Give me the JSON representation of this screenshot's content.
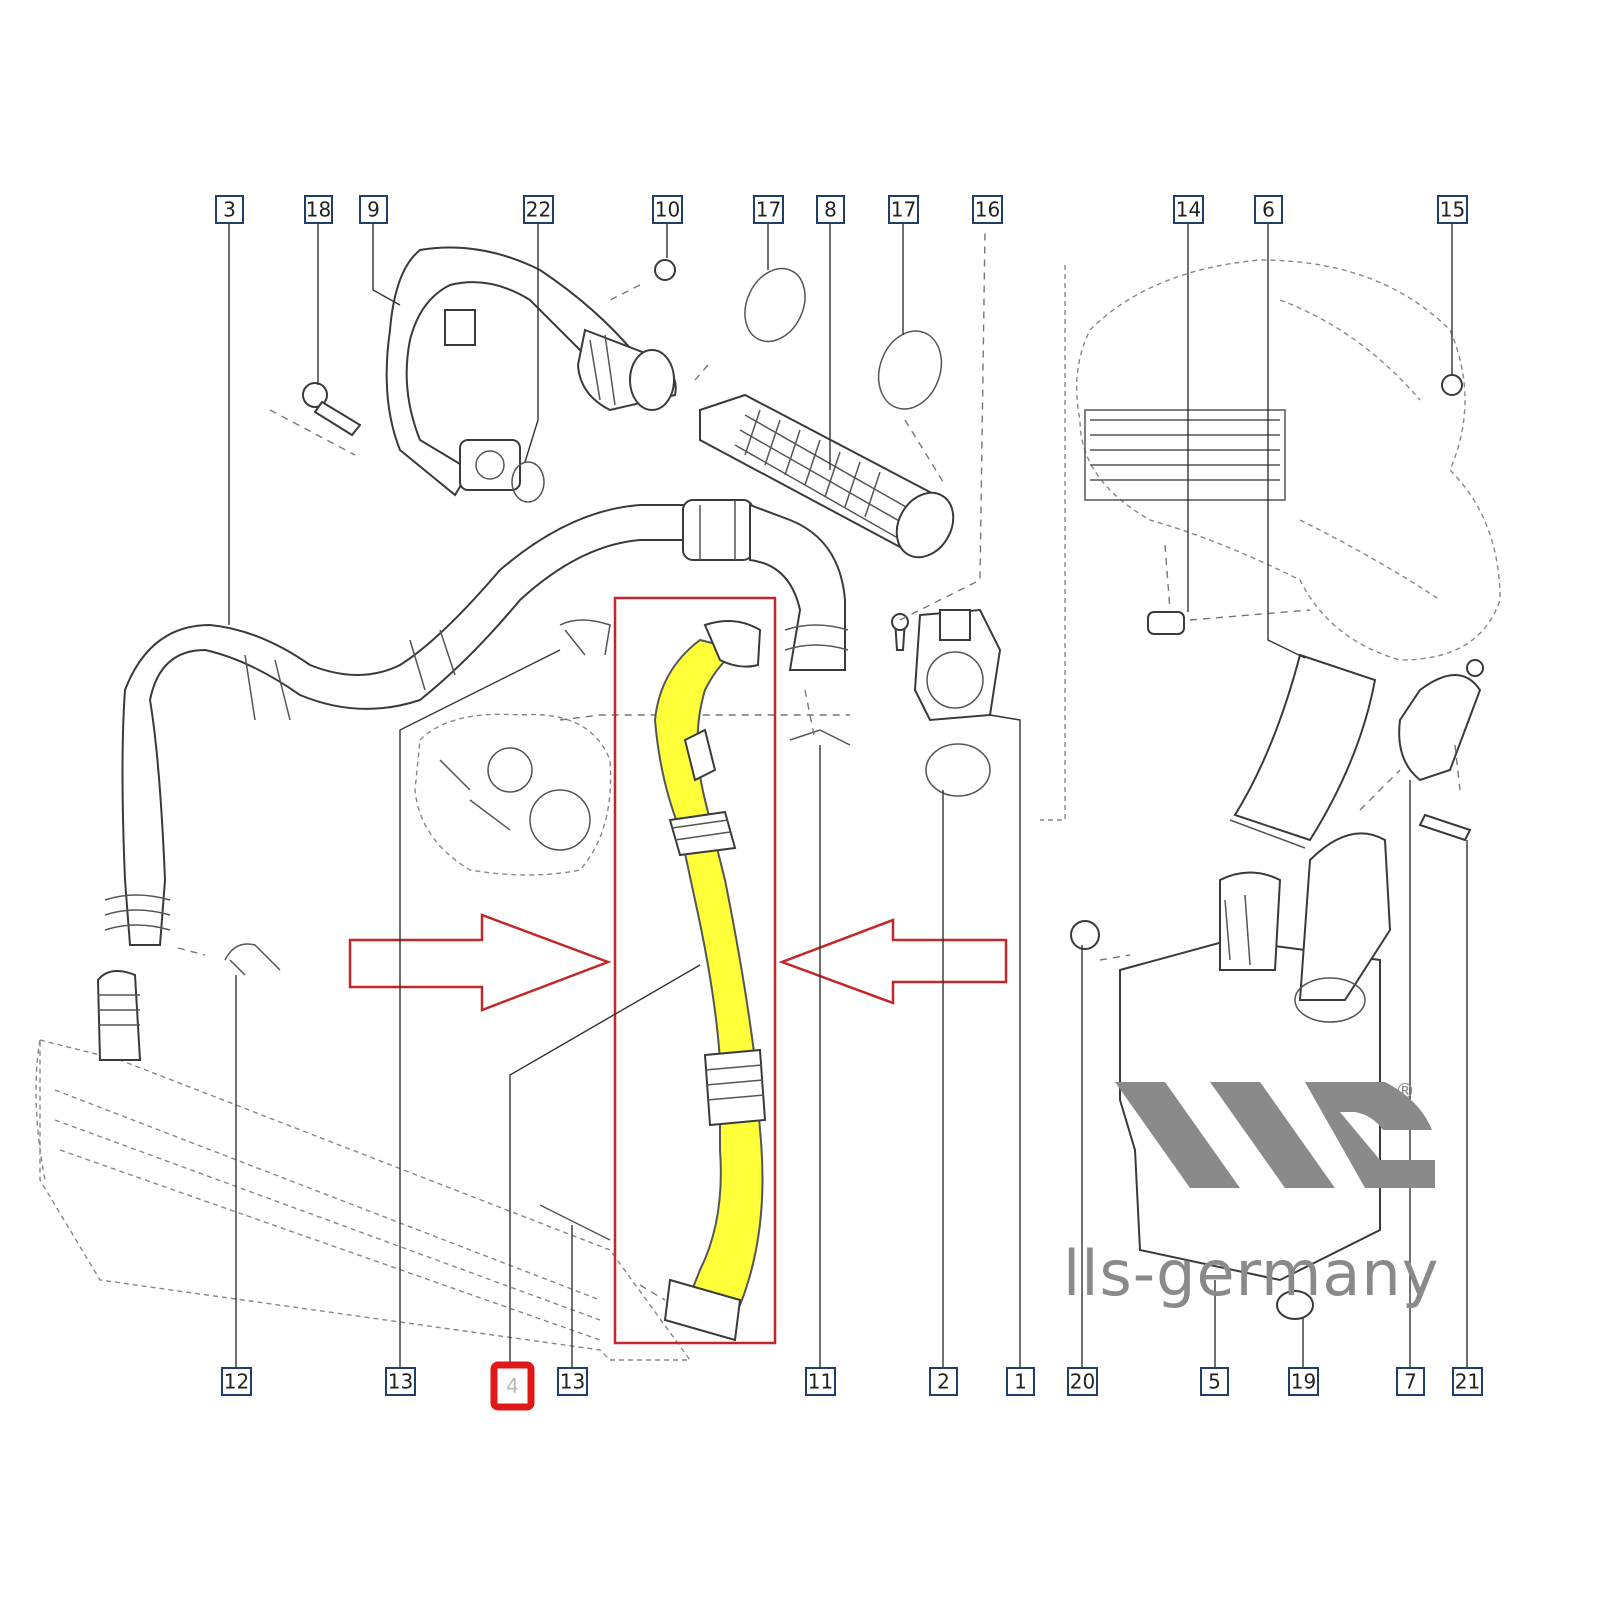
{
  "diagram": {
    "labels": [
      "3",
      "18",
      "9",
      "22",
      "10",
      "17",
      "8",
      "17",
      "16",
      "14",
      "6",
      "15",
      "12",
      "13",
      "4",
      "13",
      "11",
      "2",
      "1",
      "20",
      "5",
      "19",
      "7",
      "21"
    ],
    "highlighted_part": "4"
  },
  "brand": {
    "text": "lls-germany",
    "registered_mark": "®",
    "logo_color": "#8a8a8a"
  },
  "colors": {
    "highlight_fill": "#ffff3a",
    "highlight_frame": "#c0282a",
    "label_border": "#1f3f6a"
  }
}
